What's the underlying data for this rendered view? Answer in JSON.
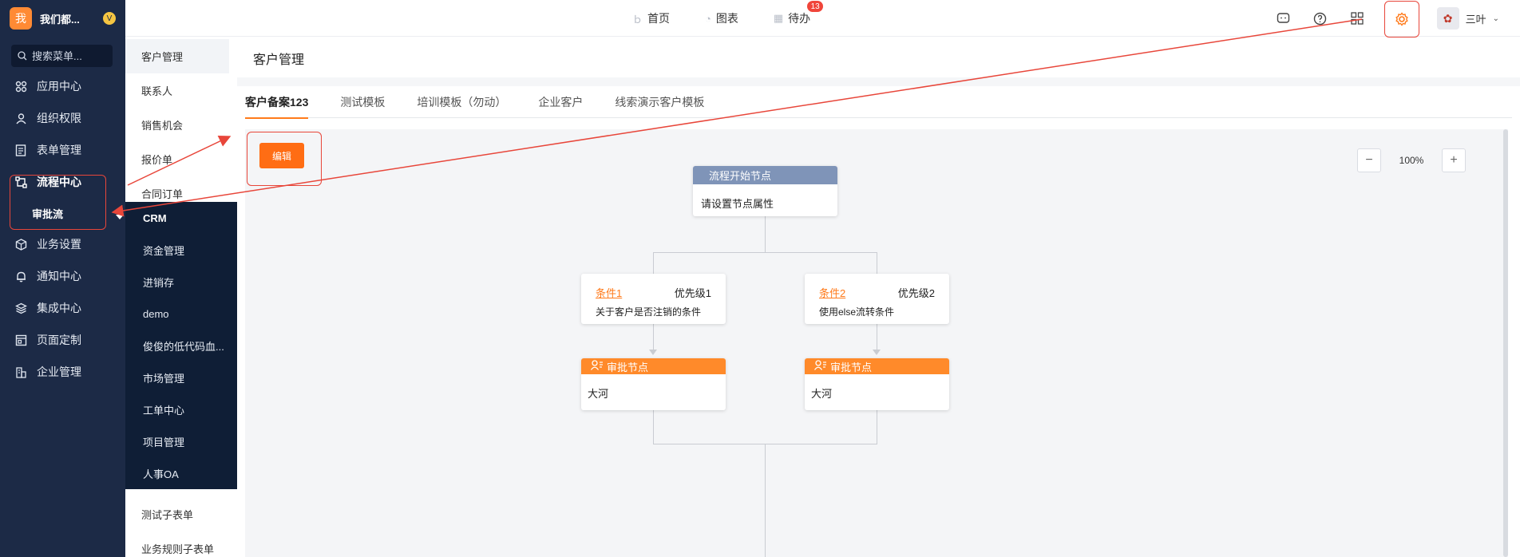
{
  "brand": {
    "logo_char": "我",
    "name": "我们都...",
    "badge": "V"
  },
  "search": {
    "placeholder": "搜索菜单..."
  },
  "sidebar": {
    "items": [
      {
        "label": "应用中心",
        "icon": "apps-icon"
      },
      {
        "label": "组织权限",
        "icon": "user-icon"
      },
      {
        "label": "表单管理",
        "icon": "form-icon"
      },
      {
        "label": "流程中心",
        "icon": "flow-icon"
      },
      {
        "label": "审批流",
        "icon": ""
      },
      {
        "label": "业务设置",
        "icon": "cube-icon"
      },
      {
        "label": "通知中心",
        "icon": "bell-icon"
      },
      {
        "label": "集成中心",
        "icon": "layers-icon"
      },
      {
        "label": "页面定制",
        "icon": "layout-icon"
      },
      {
        "label": "企业管理",
        "icon": "building-icon"
      }
    ]
  },
  "col2": {
    "items": [
      "客户管理",
      "联系人",
      "销售机会",
      "报价单",
      "合同订单",
      "",
      "",
      "",
      "",
      "",
      "",
      "",
      "",
      "测试子表单",
      "业务规则子表单"
    ]
  },
  "flyout": {
    "items": [
      "CRM",
      "资金管理",
      "进销存",
      "demo",
      "俊俊的低代码血...",
      "市场管理",
      "工单中心",
      "项目管理",
      "人事OA"
    ]
  },
  "topnav": {
    "home": "首页",
    "chart": "图表",
    "todo": "待办",
    "todo_count": "13"
  },
  "user": {
    "name": "三叶"
  },
  "page": {
    "title": "客户管理"
  },
  "tabs": [
    "客户备案123",
    "测试模板",
    "培训模板（勿动）",
    "企业客户",
    "线索演示客户模板"
  ],
  "toolbar": {
    "edit_label": "编辑",
    "zoom_value": "100%",
    "zoom_out": "−",
    "zoom_in": "+"
  },
  "flow": {
    "start_title": "流程开始节点",
    "start_body": "请设置节点属性",
    "cond1": {
      "name": "条件1",
      "priority": "优先级1",
      "desc": "关于客户是否注销的条件"
    },
    "cond2": {
      "name": "条件2",
      "priority": "优先级2",
      "desc": "使用else流转条件"
    },
    "approve1": {
      "title": "审批节点",
      "approver": "大河"
    },
    "approve2": {
      "title": "审批节点",
      "approver": "大河"
    }
  },
  "colors": {
    "accent": "#ff7a1a",
    "sidebar_bg": "#1c2a46",
    "start_head": "#7f94b8",
    "approve_head": "#ff8a2a",
    "annotation": "#e8463a"
  }
}
